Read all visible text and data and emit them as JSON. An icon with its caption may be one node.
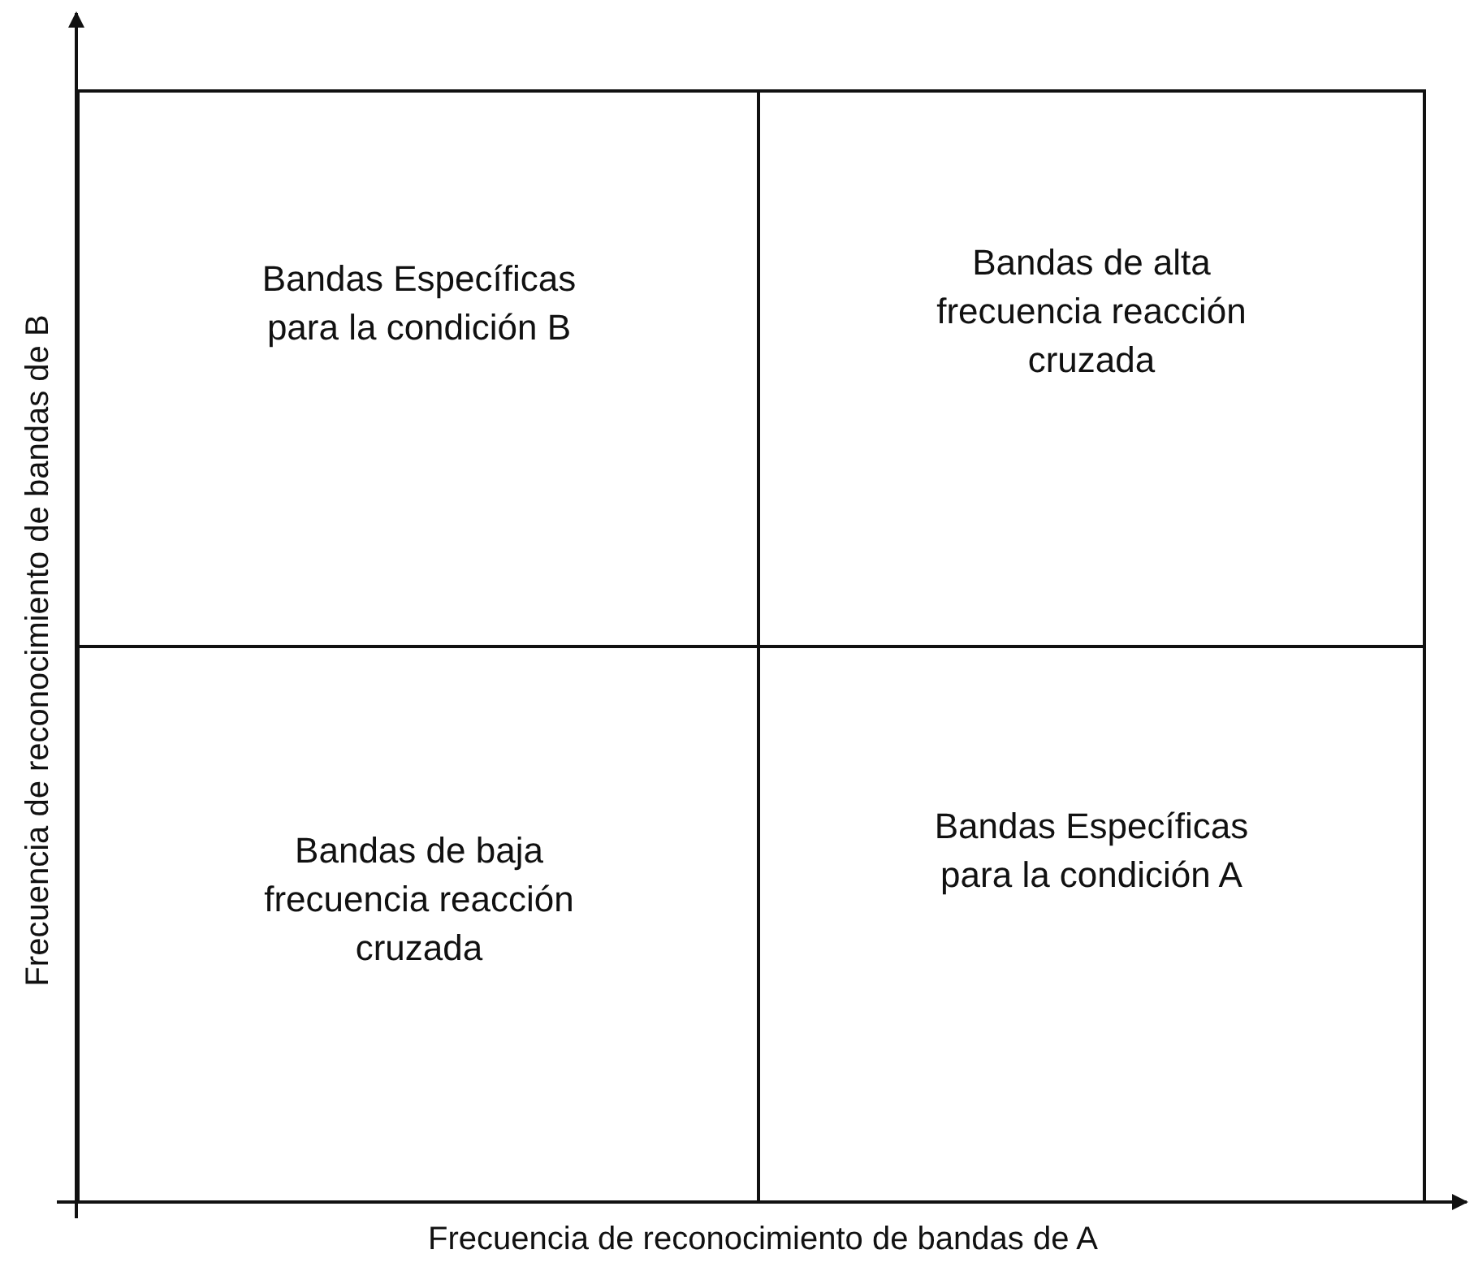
{
  "diagram": {
    "nodes": [
      {
        "text": [
          "Bandas Específicas para la condición B"
        ]
      },
      {
        "text": [
          "Bandas de alta frecuencia reacción cruzada"
        ]
      },
      {
        "text": [
          "Bandas de baja frecuencia reacción cruzada"
        ]
      },
      {
        "text": [
          "Bandas Específicas para la condición A"
        ]
      }
    ],
    "labels": [
      "Frecuencia de reconocimiento de bandas de B",
      "Frecuencia de reconocimiento de bandas de A"
    ]
  }
}
